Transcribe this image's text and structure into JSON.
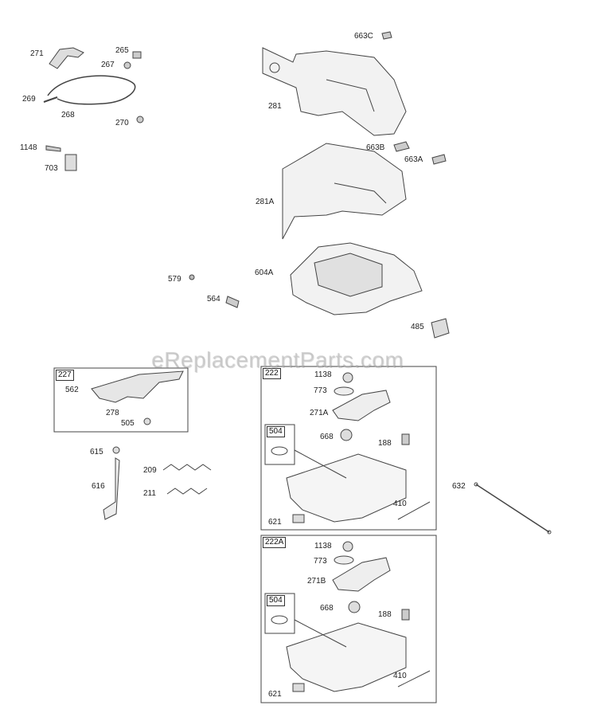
{
  "watermark": "eReplacementParts.com",
  "groups": {
    "g227": "227",
    "g222": "222",
    "g222a": "222A",
    "g504a": "504",
    "g504b": "504"
  },
  "labels": {
    "p271": "271",
    "p265": "265",
    "p267": "267",
    "p269": "269",
    "p268": "268",
    "p270": "270",
    "p1148": "1148",
    "p703": "703",
    "p663c": "663C",
    "p281": "281",
    "p663b": "663B",
    "p663a": "663A",
    "p281a": "281A",
    "p579": "579",
    "p604a": "604A",
    "p564": "564",
    "p485": "485",
    "p562": "562",
    "p278": "278",
    "p505": "505",
    "p615": "615",
    "p616": "616",
    "p209": "209",
    "p211": "211",
    "p1138a": "1138",
    "p773a": "773",
    "p271a": "271A",
    "p668a": "668",
    "p188a": "188",
    "p410a": "410",
    "p621a": "621",
    "p632": "632",
    "p1138b": "1138",
    "p773b": "773",
    "p271b": "271B",
    "p668b": "668",
    "p188b": "188",
    "p410b": "410",
    "p621b": "621"
  }
}
